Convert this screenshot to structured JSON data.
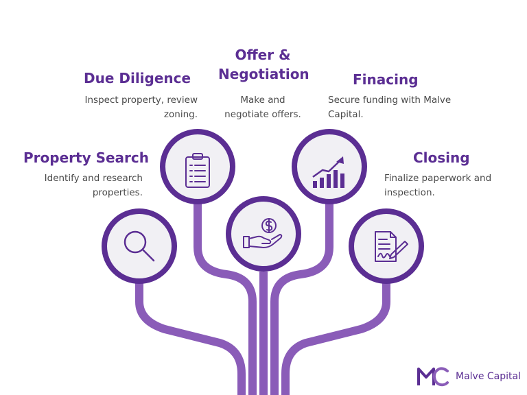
{
  "steps": [
    {
      "title": "Property Search",
      "description": "Identify and research properties.",
      "icon": "magnifier-icon"
    },
    {
      "title": "Due Diligence",
      "description": "Inspect property, review zoning.",
      "icon": "clipboard-icon"
    },
    {
      "title": "Offer & Negotiation",
      "description": "Make and negotiate offers.",
      "icon": "hand-coin-icon"
    },
    {
      "title": "Finacing",
      "description": "Secure funding with Malve Capital.",
      "icon": "growth-chart-icon"
    },
    {
      "title": "Closing",
      "description": "Finalize paperwork and inspection.",
      "icon": "signed-document-icon"
    }
  ],
  "brand": {
    "name": "Malve Capital",
    "logo_text": "MC"
  },
  "colors": {
    "accent": "#5b2e93",
    "stem": "#8a5cb8",
    "circle_fill": "#f1f0f4",
    "text": "#4a4a4a"
  }
}
